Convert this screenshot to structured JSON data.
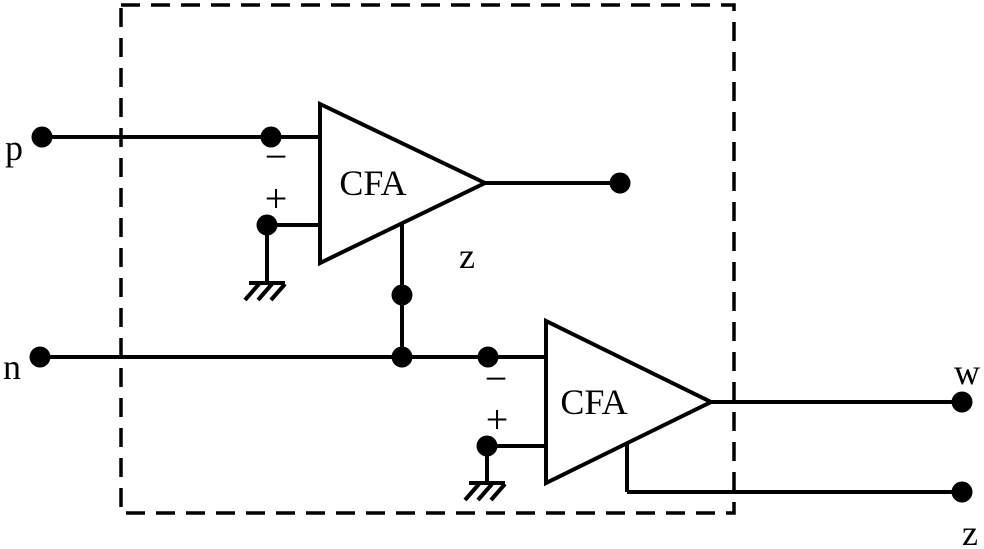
{
  "colors": {
    "ink": "#000000",
    "paper": "#ffffff"
  },
  "diagram": {
    "terminals": {
      "p": "p",
      "n": "n",
      "w": "w",
      "z_out": "z",
      "z_node": "z"
    },
    "amplifiers": [
      {
        "name": "CFA",
        "inverting": "−",
        "noninverting": "+"
      },
      {
        "name": "CFA",
        "inverting": "−",
        "noninverting": "+"
      }
    ]
  }
}
